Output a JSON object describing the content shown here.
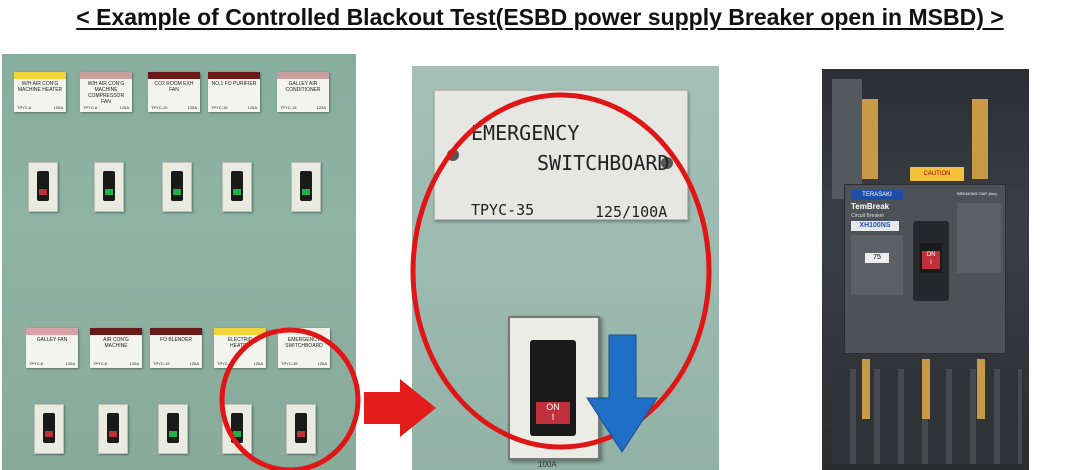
{
  "title": "< Example of Controlled Blackout Test(ESBD power supply Breaker open in MSBD) >",
  "left_panel": {
    "top_labels": [
      {
        "title": "W/H AIR CON'G MACHINE HEATER",
        "code": "TPYC-6",
        "rating": "100A"
      },
      {
        "title": "W/H AIR CON'G MACHINE COMPRESSOR FAN",
        "code": "TPYC-6",
        "rating": "125A"
      },
      {
        "title": "CO2 ROOM EXH FAN",
        "code": "TPYC-10",
        "rating": "125A"
      },
      {
        "title": "NO.1 FO PURIFIER",
        "code": "TPYC-15",
        "rating": "125A"
      },
      {
        "title": "GALLEY AIR CONDITIONER",
        "code": "TPYC-15",
        "rating": "125A"
      }
    ],
    "bottom_labels": [
      {
        "title": "GALLEY FAN",
        "code": "TPYC-6",
        "rating": "125A"
      },
      {
        "title": "AIR CON'G MACHINE",
        "code": "TPYC-6",
        "rating": "125A"
      },
      {
        "title": "FO BLENDER",
        "code": "TPYC-15",
        "rating": "125A"
      },
      {
        "title": "ELECTRIC HEATER",
        "code": "TPYC-6",
        "rating": "125A"
      },
      {
        "title": "EMERGENCY SWITCHBOARD",
        "code": "TPYC-35",
        "rating": "125A"
      }
    ]
  },
  "zoom_panel": {
    "plate_line1": "EMERGENCY",
    "plate_line2": "SWITCHBOARD",
    "code": "TPYC-35",
    "rating": "125/100A",
    "switch_text": "ON",
    "switch_sub": "I",
    "below_switch": "100A"
  },
  "breaker_panel": {
    "brand": "TERASAKI",
    "series": "TemBreak",
    "type": "Circuit Breaker",
    "model": "XH100NS",
    "right_header": "BREAKING CAP. (Icu)",
    "handle_text": "ON",
    "handle_sub": "I",
    "rating": "75",
    "warning": "CAUTION"
  },
  "colors": {
    "arrow_red": "#e21b1b",
    "arrow_blue": "#1f6fc6",
    "circle_red": "#e01515",
    "panel_green": "#8fb3a4",
    "zoom_green": "#9cbab0"
  }
}
